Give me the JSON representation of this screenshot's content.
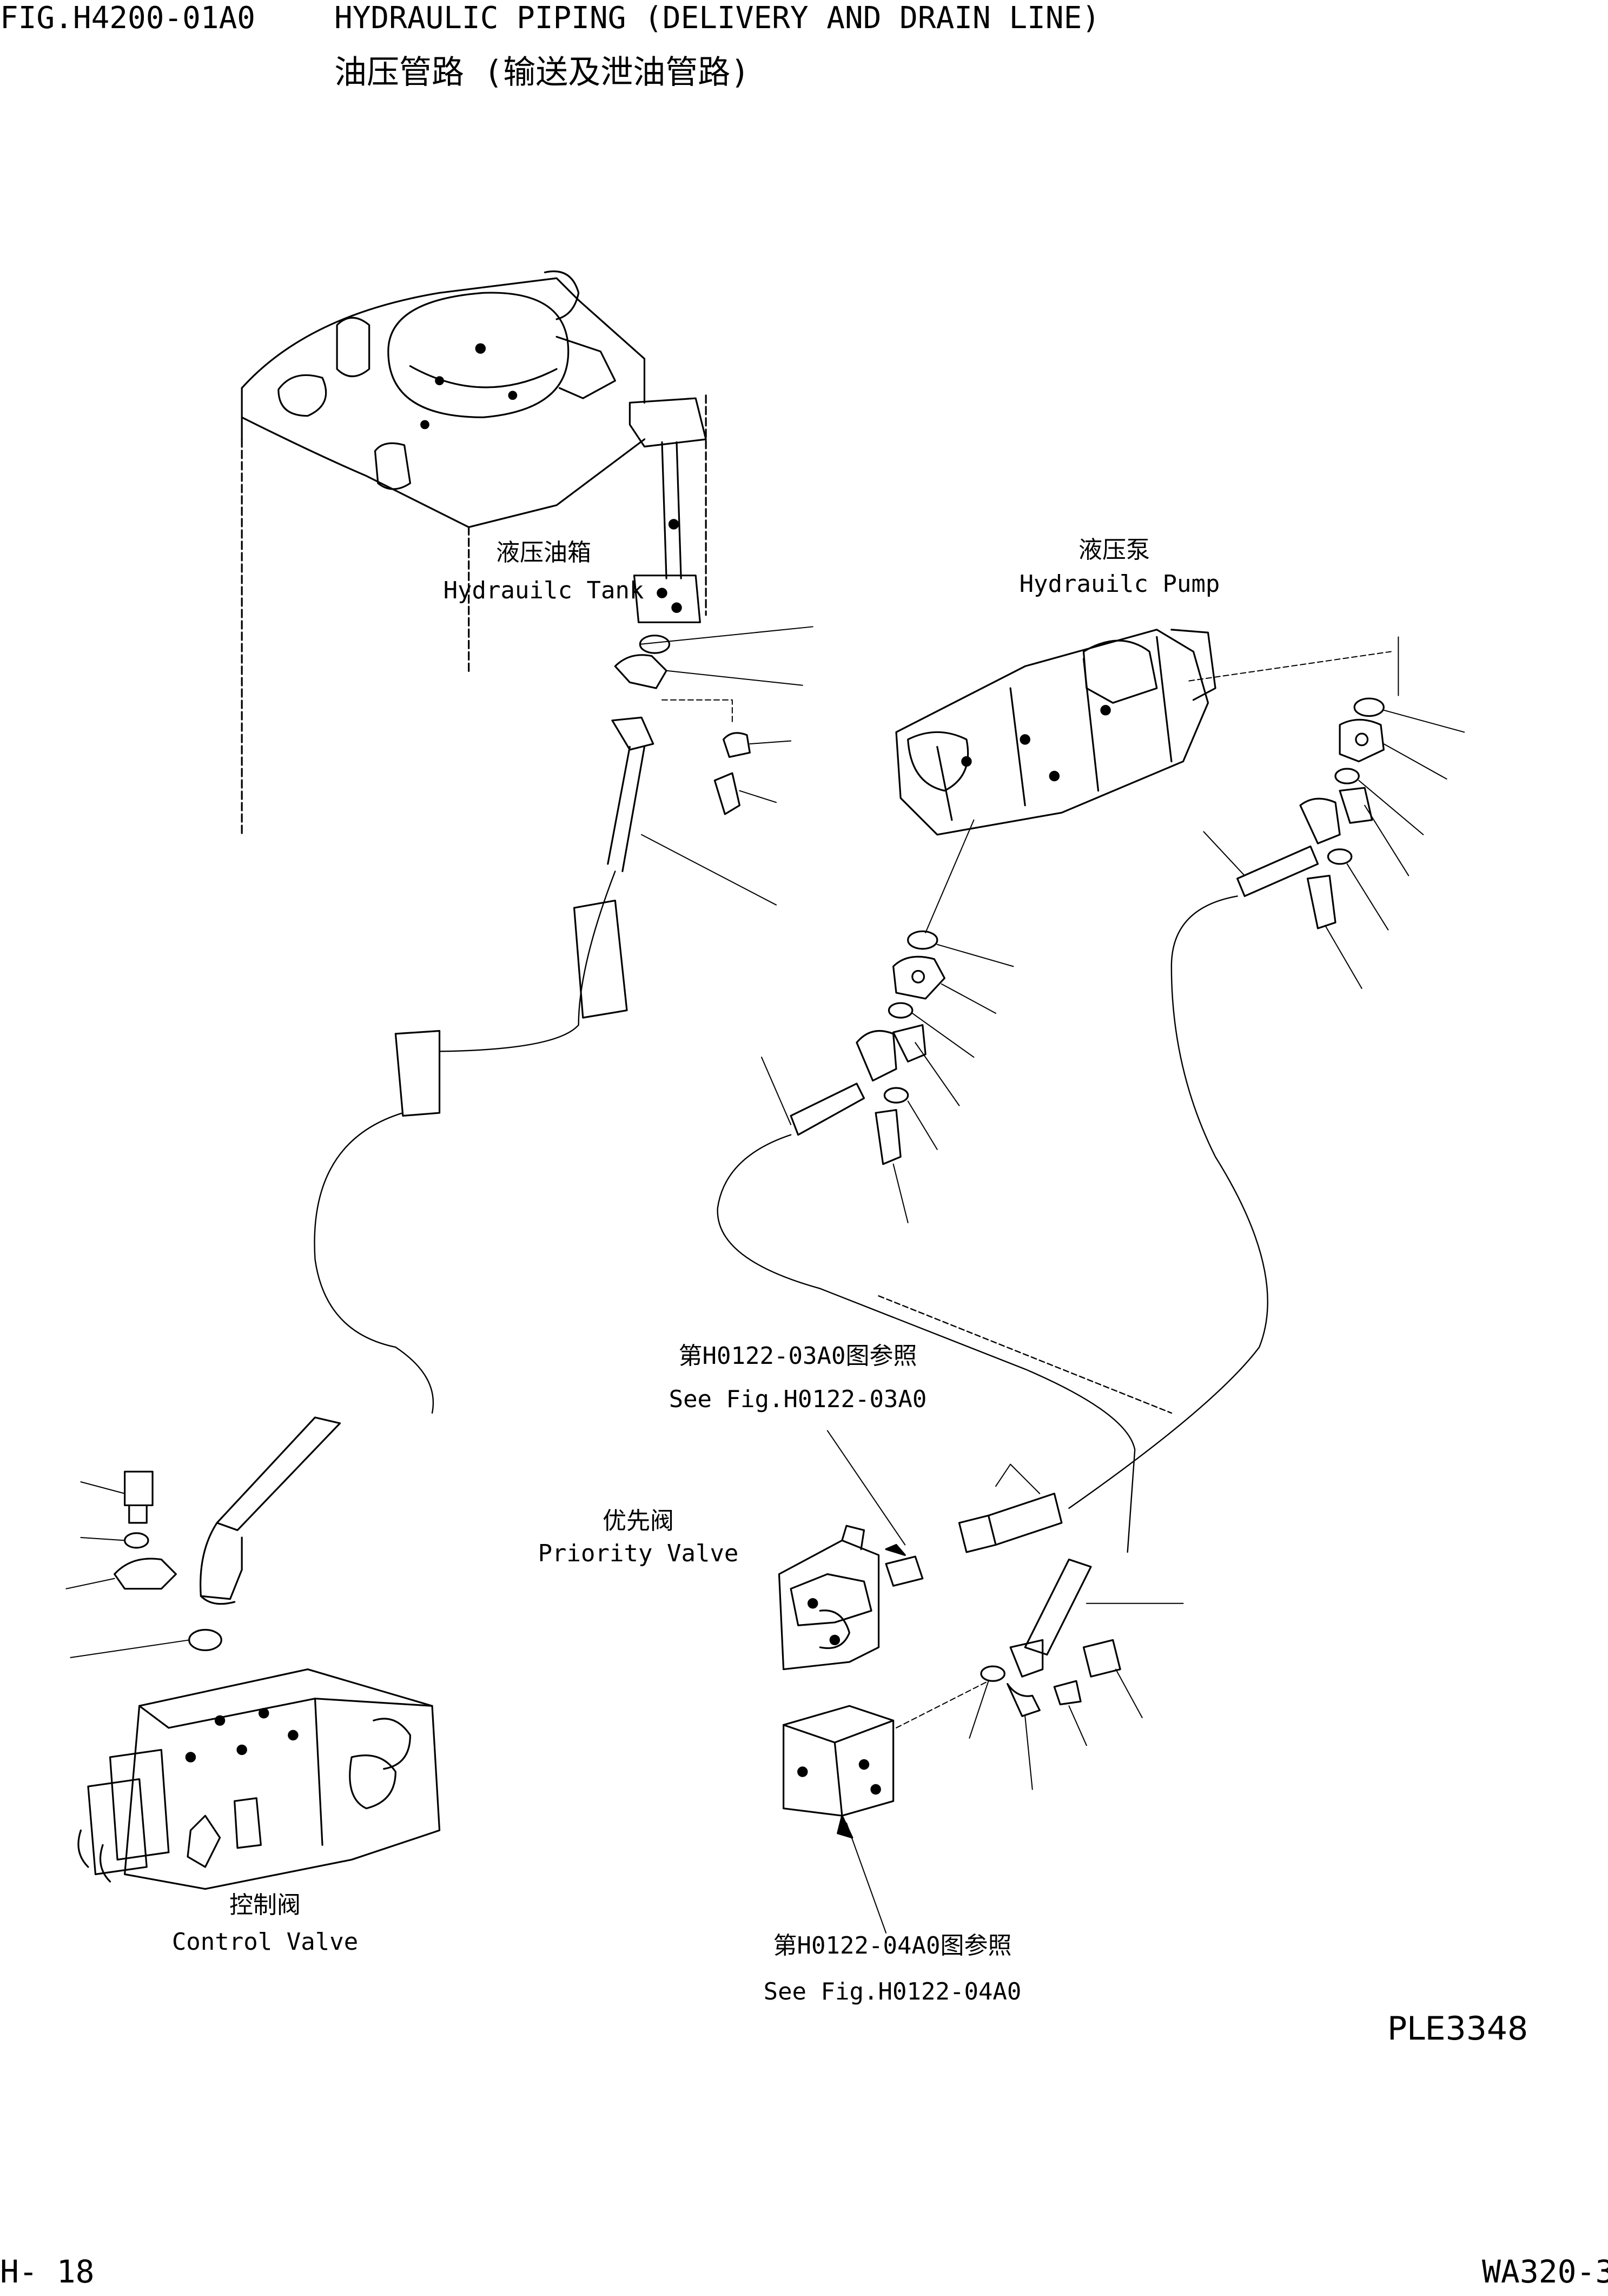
{
  "header": {
    "figure_no": "FIG.H4200-01A0",
    "title_en": "HYDRAULIC PIPING (DELIVERY AND DRAIN LINE)",
    "title_zh": "油压管路 (输送及泄油管路)"
  },
  "labels": {
    "tank_zh": "液压油箱",
    "tank_en": "Hydrauilc Tank",
    "pump_zh": "液压泵",
    "pump_en": "Hydrauilc Pump",
    "ref1_zh": "第H0122-03A0图参照",
    "ref1_en": "See Fig.H0122-03A0",
    "priority_zh": "优先阀",
    "priority_en": "Priority Valve",
    "control_zh": "控制阀",
    "control_en": "Control Valve",
    "ref2_zh": "第H0122-04A0图参照",
    "ref2_en": "See Fig.H0122-04A0",
    "drawing_code": "PLE3348"
  },
  "footer": {
    "page": "H-  18",
    "model": "WA320-3"
  }
}
